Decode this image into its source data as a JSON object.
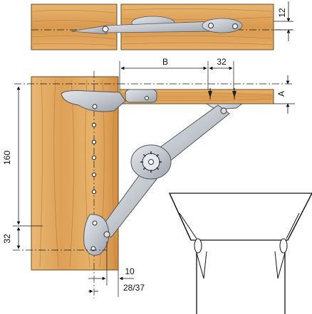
{
  "dimensions": {
    "top_offset": "12",
    "b": "B",
    "spacing": "32",
    "a": "A",
    "height": "160",
    "base": "32",
    "edge": "10",
    "thickness": "28/37"
  },
  "colors": {
    "wood_light": "#e7b26b",
    "wood_mid": "#d9994c",
    "wood_grain": "#b97a32",
    "metal": "#c8ccd2",
    "metal_dark": "#7b828c",
    "line": "#1a1a1a"
  },
  "icons": {
    "gear": "gear-icon",
    "screw": "screw-icon"
  }
}
